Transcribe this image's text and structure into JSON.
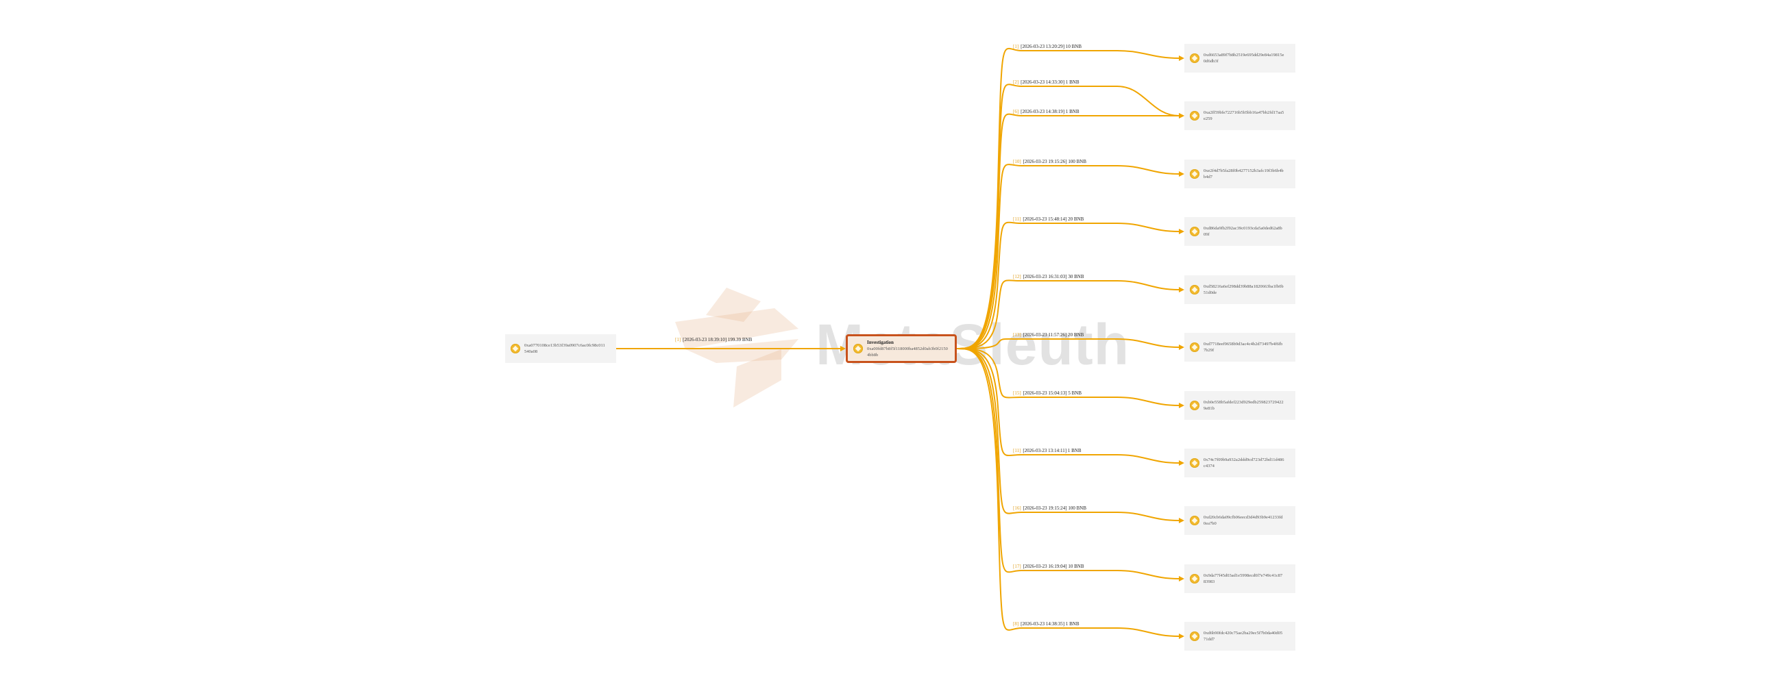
{
  "watermark": {
    "text": "MetaSleuth"
  },
  "colors": {
    "edge": "#f0a500",
    "focus_border": "#c8521c",
    "node_bg": "#f3f3f3",
    "focus_bg": "#f7e9dc"
  },
  "nodes": {
    "source": {
      "address": "0xa0770108ce13b53f39a0907c6ac0fc98c011540a08",
      "icon": "bnb-coin-icon"
    },
    "focus": {
      "label": "Investigation",
      "address": "0xa00fd87b8f5f118000ba4852d0ab3b0f21504bb8b",
      "icon": "bnb-coin-icon"
    },
    "targets": [
      {
        "address": "0xd6653a89f7b8b2519e695dd29e84a19815e0d6db3f"
      },
      {
        "address": "0xa2ff59bfe722716b5b5bb16a47bb2fd17aa5e259"
      },
      {
        "address": "0xe2f4d7b5fa28f0b4277152b3afc19f3b6b4bb4d7"
      },
      {
        "address": "0xd86da9fb2f92ac39c0193cda5a0ded62a8b09f"
      },
      {
        "address": "0xd58216a6ef298dd39b88a1820663ba1fb0b51d0de"
      },
      {
        "address": "0xd7718eef9658b9d3ac4c4b2d73497b4f6fb7b29f"
      },
      {
        "address": "0xb0e558b5afdef223d929edb2598237294229e81b"
      },
      {
        "address": "0x74c7f09b9a932a2ddd9cd723d72bd11d486c4374"
      },
      {
        "address": "0xd20cb6da09cfb06eecd3d4d93b9e41233fd0ea7b0"
      },
      {
        "address": "0x9da77f45d03ad1e5998ecd0f7e749c41c8783983"
      },
      {
        "address": "0xd6b90fdc420c75ae2ba29ec5f7b0da40d0571dd7"
      }
    ]
  },
  "edges": {
    "incoming": {
      "index": "[1]",
      "label": "[2026-03-23 18:39:10] 199.39 BNB"
    },
    "outgoing": [
      {
        "index": "[1]",
        "label": "[2026-03-23 13:20:29] 10 BNB",
        "target": 0
      },
      {
        "index": "[2]",
        "label": "[2026-03-23 14:33:30] 1 BNB",
        "target": 1
      },
      {
        "index": "[6]",
        "label": "[2026-03-23 14:38:19] 1 BNB",
        "target": 1
      },
      {
        "index": "[10]",
        "label": "[2026-03-23 19:15:26] 100 BNB",
        "target": 2
      },
      {
        "index": "[11]",
        "label": "[2026-03-23 15:48:14] 20 BNB",
        "target": 3
      },
      {
        "index": "[12]",
        "label": "[2026-03-23 16:31:03] 30 BNB",
        "target": 4
      },
      {
        "index": "[13]",
        "label": "[2026-03-23 11:57:26] 20 BNB",
        "target": 5
      },
      {
        "index": "[15]",
        "label": "[2026-03-23 15:04:13] 5 BNB",
        "target": 6
      },
      {
        "index": "[11]",
        "label": "[2026-03-23 13:14:11] 1 BNB",
        "target": 7
      },
      {
        "index": "[16]",
        "label": "[2026-03-23 19:15:24] 100 BNB",
        "target": 8
      },
      {
        "index": "[17]",
        "label": "[2026-03-23 16:19:04] 10 BNB",
        "target": 9
      },
      {
        "index": "[8]",
        "label": "[2026-03-23 14:38:35] 1 BNB",
        "target": 10
      }
    ]
  }
}
